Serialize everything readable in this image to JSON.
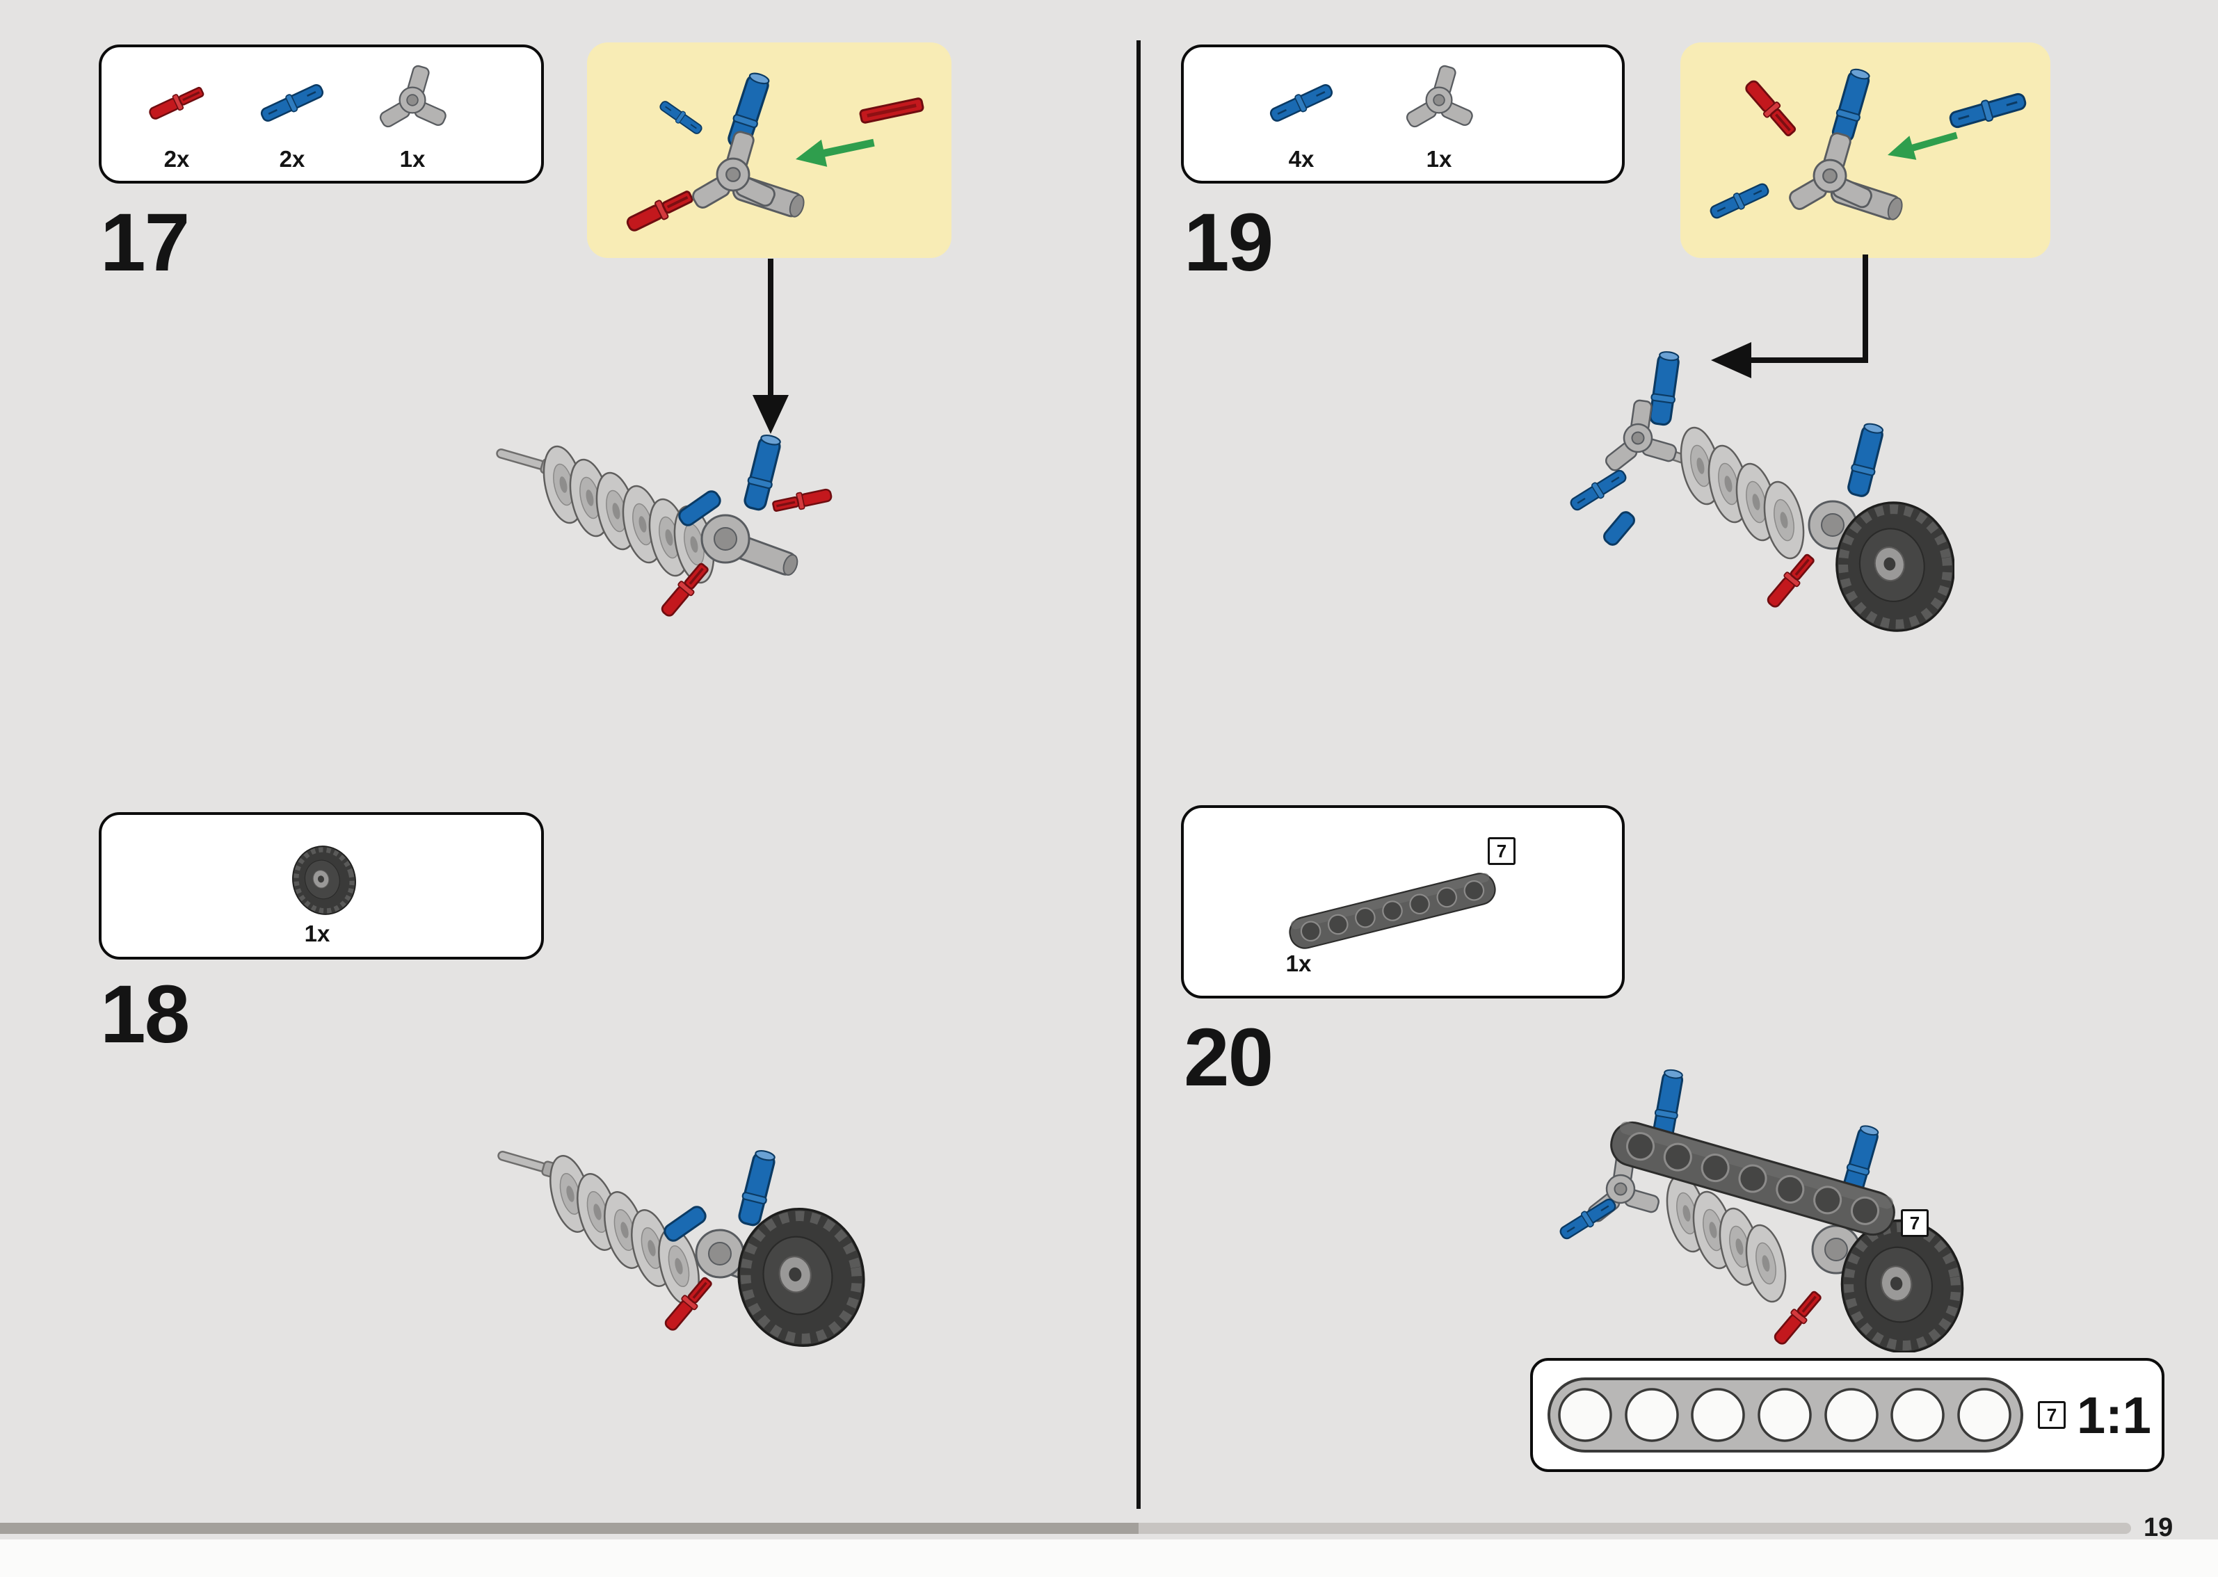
{
  "page": {
    "number": "19"
  },
  "steps": {
    "s17": {
      "number": "17",
      "parts": [
        {
          "name": "red-axle-pin",
          "count": "2x"
        },
        {
          "name": "blue-long-pin",
          "count": "2x"
        },
        {
          "name": "gray-axle-pin-connector",
          "count": "1x"
        }
      ]
    },
    "s18": {
      "number": "18",
      "parts": [
        {
          "name": "small-knobby-tire",
          "count": "1x"
        }
      ]
    },
    "s19": {
      "number": "19",
      "parts": [
        {
          "name": "blue-long-pin",
          "count": "4x"
        },
        {
          "name": "gray-axle-pin-connector",
          "count": "1x"
        }
      ]
    },
    "s20": {
      "number": "20",
      "parts": [
        {
          "name": "dark-gray-beam-7",
          "count": "1x",
          "size_badge": "7"
        }
      ],
      "assembly_badge": "7"
    }
  },
  "scale_box": {
    "size_badge": "7",
    "ratio_label": "1:1"
  },
  "icons": [
    "red-axle-pin-icon",
    "blue-pin-icon",
    "connector-icon",
    "tire-icon",
    "beam-7-icon",
    "spring-disc-icon",
    "hub-icon",
    "green-insert-arrow-icon",
    "assembly-arrow-icon"
  ],
  "colors": {
    "background": "#e4e3e2",
    "callout_bg": "#f8ecb5",
    "box_border": "#0c0c0c",
    "red_part": "#c3181d",
    "blue_part": "#1a6ab2",
    "gray_part": "#b3b2b1",
    "dark_gray_part": "#5d5d5c",
    "green_arrow": "#2f9e4d",
    "progress_fill": "#a3a09b",
    "progress_track": "#c7c4c1"
  }
}
